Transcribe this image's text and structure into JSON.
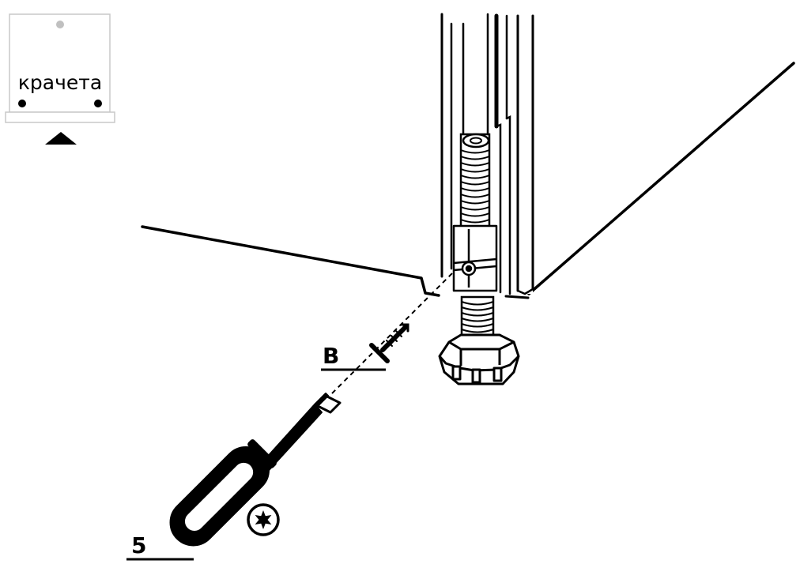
{
  "inset": {
    "label": "крачета"
  },
  "labels": {
    "screw": "B",
    "tool": "5"
  },
  "icons": {
    "tool_head": "torx-star-icon",
    "direction": "triangle-up-icon"
  },
  "colors": {
    "ink": "#000000",
    "panel_fill": "#ffffff",
    "inset_border": "#c8c8c8",
    "inset_dot_light": "#c0c0c0"
  }
}
